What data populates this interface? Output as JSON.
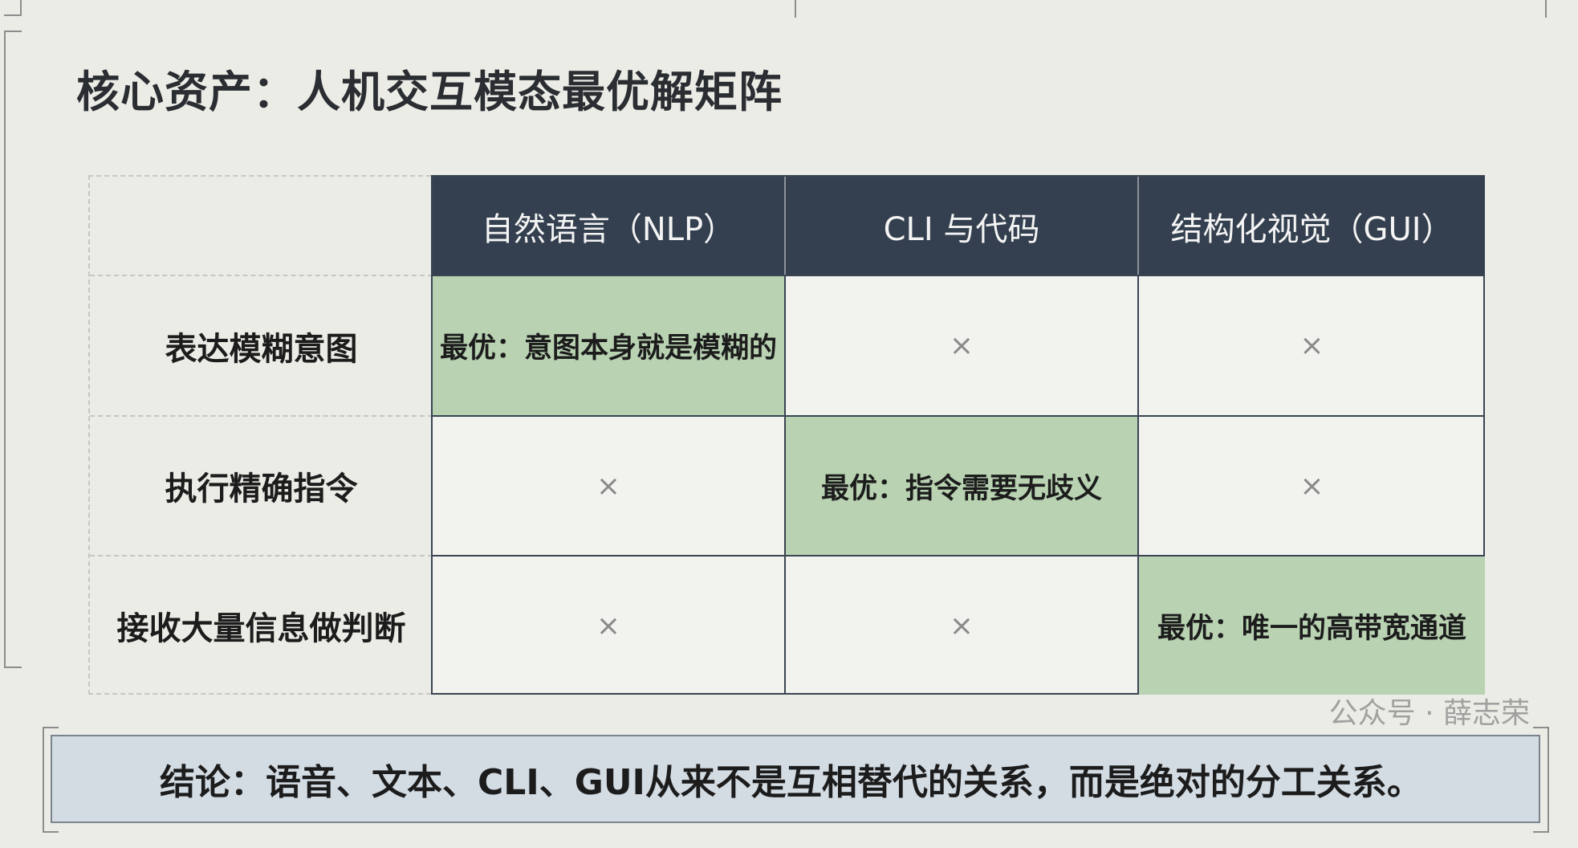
{
  "title": "核心资产：人机交互模态最优解矩阵",
  "columns": [
    "自然语言（NLP）",
    "CLI 与代码",
    "结构化视觉（GUI）"
  ],
  "rows": [
    {
      "label": "表达模糊意图",
      "cells": [
        "最优：意图本身就是模糊的",
        "×",
        "×"
      ],
      "best": 0
    },
    {
      "label": "执行精确指令",
      "cells": [
        "×",
        "最优：指令需要无歧义",
        "×"
      ],
      "best": 1
    },
    {
      "label": "接收大量信息做判断",
      "cells": [
        "×",
        "×",
        "最优：唯一的高带宽通道"
      ],
      "best": 2
    }
  ],
  "conclusion": "结论：语音、文本、CLI、GUI从来不是互相替代的关系，而是绝对的分工关系。",
  "watermark": "公众号 · 薛志荣",
  "colors": {
    "header": "#34404f",
    "best": "#b8d2b2",
    "conclusion_bg": "#d3dbe3",
    "background": "#ecece7"
  }
}
